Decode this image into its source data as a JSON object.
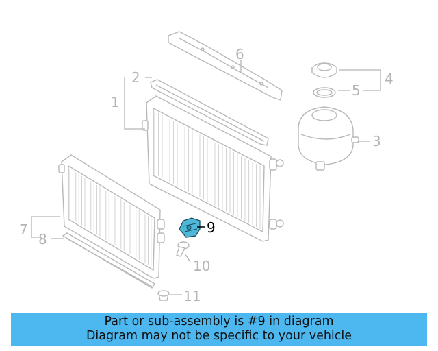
{
  "callouts": {
    "c1": "1",
    "c2": "2",
    "c3": "3",
    "c4": "4",
    "c5": "5",
    "c6": "6",
    "c7": "7",
    "c8": "8",
    "c9": "9",
    "c10": "10",
    "c11": "11"
  },
  "highlighted_part": "9",
  "colors": {
    "highlight_part": "#4fb8d8",
    "banner": "#4db8f0",
    "line_art": "#b8b8b8"
  },
  "banner": {
    "line1": "Part or sub-assembly is #9 in diagram",
    "line2": "Diagram may not be specific to your vehicle"
  }
}
